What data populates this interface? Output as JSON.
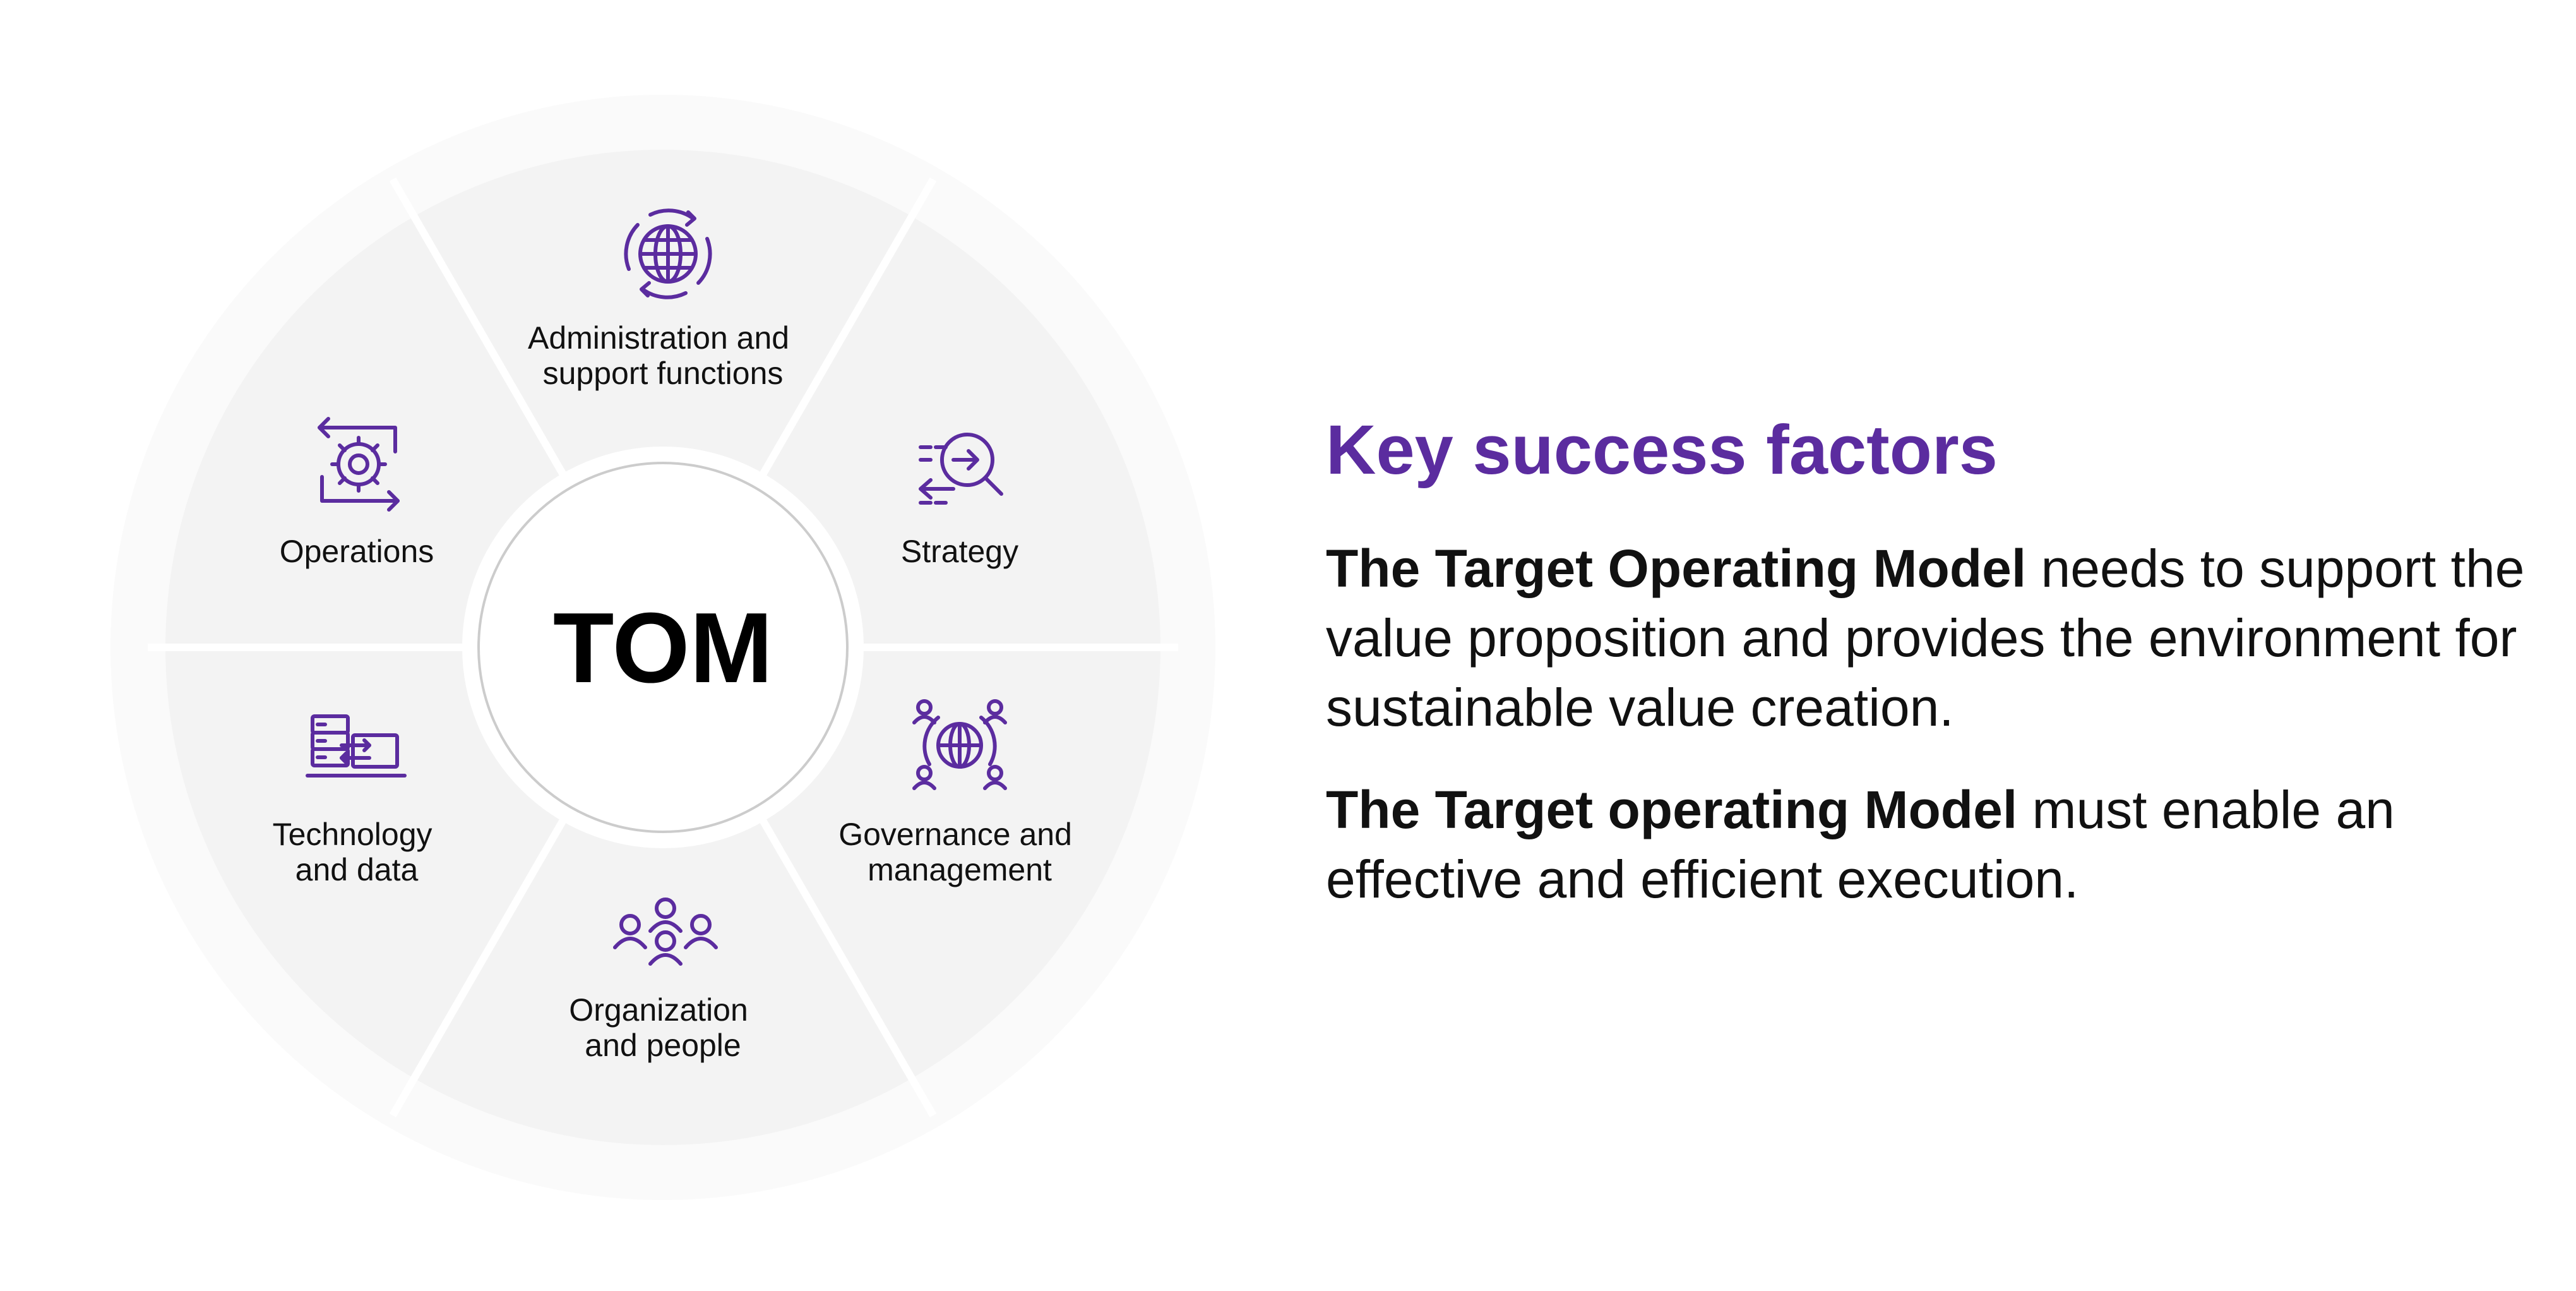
{
  "diagram": {
    "center": "TOM",
    "segments": [
      {
        "id": "admin",
        "lines": [
          "Administration and",
          "support functions"
        ],
        "icon": "globe-cycle-icon"
      },
      {
        "id": "strategy",
        "lines": [
          "Strategy"
        ],
        "icon": "strategy-arrows-magnifier-icon"
      },
      {
        "id": "governance",
        "lines": [
          "Governance and",
          "management"
        ],
        "icon": "globe-network-people-icon"
      },
      {
        "id": "organization",
        "lines": [
          "Organization",
          "and people"
        ],
        "icon": "people-group-icon"
      },
      {
        "id": "technology",
        "lines": [
          "Technology",
          "and data"
        ],
        "icon": "server-laptop-icon"
      },
      {
        "id": "operations",
        "lines": [
          "Operations"
        ],
        "icon": "gear-cycle-icon"
      }
    ]
  },
  "panel": {
    "title": "Key success factors",
    "paragraph1_bold": "The Target Operating Model",
    "paragraph1_rest": " needs to support the value proposition and provides the environment for sustainable value creation.",
    "paragraph2_bold": "The Target operating Model",
    "paragraph2_rest": " must enable an effective and efficient execution."
  },
  "colors": {
    "accent": "#5b2c9f",
    "segment_fill": "#f3f3f3",
    "outer_ring": "#fafafa",
    "center_border": "#cccccc"
  }
}
